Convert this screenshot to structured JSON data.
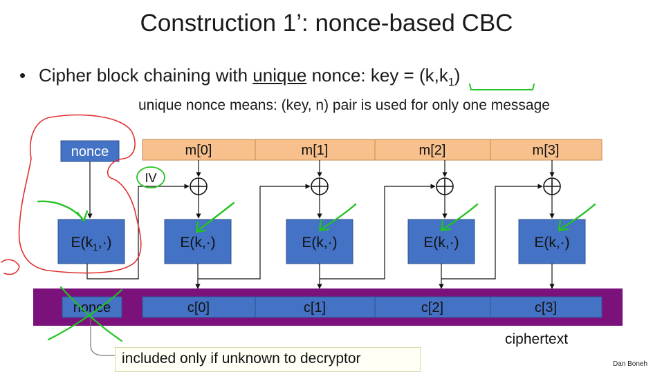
{
  "slide": {
    "title": "Construction 1’:   nonce-based CBC",
    "bullet": {
      "prefix": "Cipher block chaining with ",
      "underlined": "unique",
      "suffix": " nonce:   key = (k,k",
      "subscript": "1",
      "close": ")"
    },
    "subline": "unique nonce means:   (key, n)  pair is used for only one message",
    "diagram": {
      "nonce_label": "nonce",
      "iv_label": "IV",
      "first_enc": {
        "prefix": "E(k",
        "sub": "1",
        "suffix": ",·)"
      },
      "enc_label": "E(k,·)",
      "messages": [
        "m[0]",
        "m[1]",
        "m[2]",
        "m[3]"
      ],
      "ciphertexts": [
        "c[0]",
        "c[1]",
        "c[2]",
        "c[3]"
      ],
      "ct_nonce_label": "nonce",
      "colors": {
        "block_blue": "#4472c4",
        "message_orange": "#f8c08c",
        "ciphertext_purple": "#7b127b",
        "annotation_red": "#e03030",
        "annotation_green": "#22c322"
      }
    },
    "note": "included only if unknown to decryptor",
    "ciphertext_label": "ciphertext",
    "author": "Dan Boneh"
  }
}
